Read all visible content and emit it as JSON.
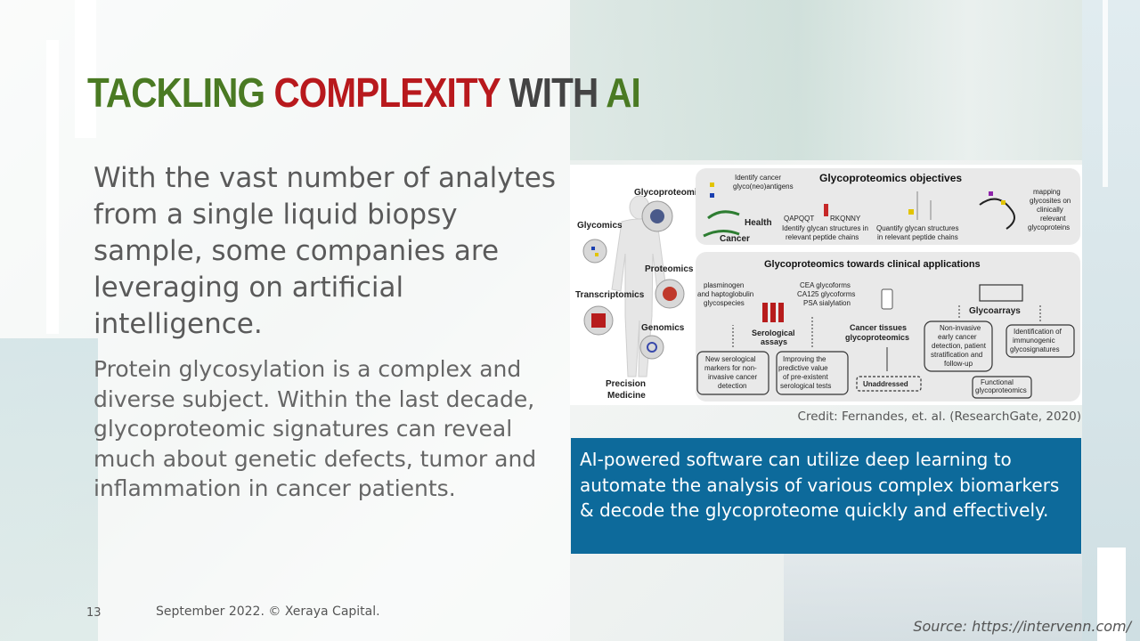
{
  "slide": {
    "title_parts": [
      "TACKLING ",
      "COMPLEXITY ",
      "WITH ",
      "AI"
    ],
    "lead_text": "With the vast number of analytes from a single liquid biopsy sample, some companies are leveraging on artificial intelligence.",
    "body_text": "Protein glycosylation is a complex and diverse subject. Within the last decade, glycoproteomic signatures can reveal much about genetic defects, tumor and inflammation in cancer patients.",
    "credit": "Credit: Fernandes, et. al. (ResearchGate, 2020)",
    "callout": "AI-powered software can utilize deep learning to automate the analysis of various complex biomarkers & decode the glycoproteome quickly and effectively.",
    "page_number": "13",
    "footer": "September 2022. © Xeraya Capital.",
    "source": "Source: https://intervenn.com/"
  },
  "figure": {
    "left_labels": [
      "Glycoproteomics",
      "Glycomics",
      "Proteomics",
      "Transcriptomics",
      "Genomics",
      "Precision",
      "Medicine"
    ],
    "top_panel": {
      "title": "Glycoproteomics objectives",
      "items": [
        "Identify cancer",
        "glyco(neo)antigens",
        "Health",
        "Cancer",
        "QAPQQT",
        "RKQNNY",
        "Identify glycan structures in",
        "relevant peptide chains",
        "Quantify glycan structures",
        "in relevant peptide chains",
        "mapping",
        "glycosites on",
        "clinically",
        "relevant",
        "glycoproteins"
      ]
    },
    "bottom_panel": {
      "title": "Glycoproteomics towards clinical applications",
      "items": [
        "plasminogen",
        "and haptoglobulin",
        "glycospecies",
        "CEA glycoforms",
        "CA125 glycoforms",
        "PSA sialylation",
        "Serological",
        "assays",
        "Cancer tissues",
        "glycoproteomics",
        "Glycoarrays",
        "New serological",
        "markers for non-",
        "invasive cancer",
        "detection",
        "Improving the",
        "predictive value",
        "of pre-existent",
        "serological tests",
        "Unaddressed",
        "Non-invasive",
        "early cancer",
        "detection, patient",
        "stratification and",
        "follow-up",
        "Identification of",
        "immunogenic",
        "glycosignatures",
        "Functional",
        "glycoproteomics"
      ]
    }
  }
}
